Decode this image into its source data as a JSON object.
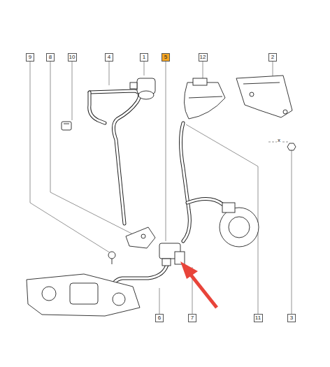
{
  "diagram": {
    "nodes": [
      {
        "text": [
          "9"
        ]
      },
      {
        "text": [
          "8"
        ]
      },
      {
        "text": [
          "10"
        ]
      },
      {
        "text": [
          "4"
        ]
      },
      {
        "text": [
          "1"
        ]
      },
      {
        "text": [
          "5"
        ]
      },
      {
        "text": [
          "12"
        ]
      },
      {
        "text": [
          "2"
        ]
      },
      {
        "text": [
          "6"
        ]
      },
      {
        "text": [
          "7"
        ]
      },
      {
        "text": [
          "11"
        ]
      },
      {
        "text": [
          "3"
        ]
      }
    ],
    "labels": [
      "x"
    ]
  }
}
